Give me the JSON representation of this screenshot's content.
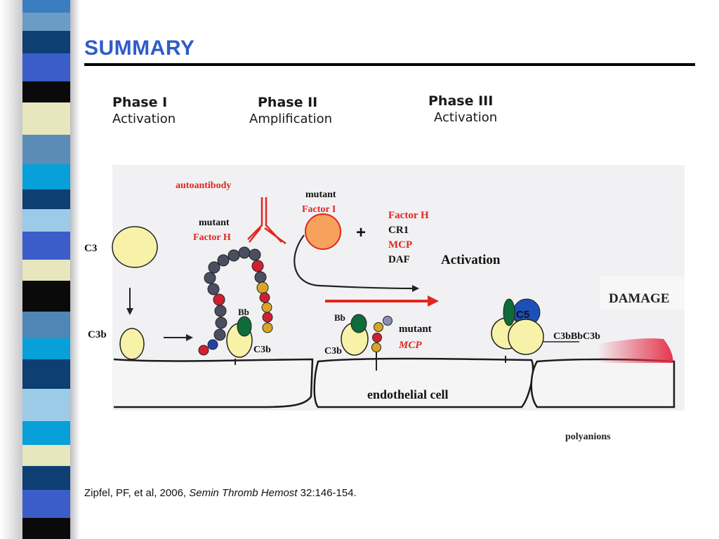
{
  "slide": {
    "title": "SUMMARY"
  },
  "figure": {
    "phases": [
      {
        "title": "Phase I",
        "subtitle": "Activation"
      },
      {
        "title": "Phase II",
        "subtitle": "Amplification"
      },
      {
        "title": "Phase III",
        "subtitle": "Activation"
      }
    ],
    "labels": {
      "autoantibody": "autoantibody",
      "mutant_1": "mutant",
      "factor_i": "Factor I",
      "mutant_2": "mutant",
      "factor_h_left": "Factor H",
      "plus": "+",
      "factor_h_right": "Factor H",
      "cr1": "CR1",
      "mcp": "MCP",
      "daf": "DAF",
      "activation": "Activation",
      "c3": "C3",
      "c3b_left": "C3b",
      "bb_1": "Bb",
      "c3b_1": "C3b",
      "bb_2": "Bb",
      "c3b_2": "C3b",
      "mutant_3": "mutant",
      "mcp_2": "MCP",
      "c5": "C5",
      "damage": "DAMAGE",
      "c3bbbc3b": "C3bBbC3b",
      "endothelial_cell": "endothelial cell",
      "polyanions": "polyanions"
    },
    "colors": {
      "red_label": "#e0261f",
      "c3_fill": "#f7f2a8",
      "bb_fill": "#0e6b3a",
      "c5_fill": "#1c4fb8",
      "factor_i_fill": "#f6a15c",
      "chain_grey": "#4b4d60",
      "chain_red": "#cf2030",
      "chain_gold": "#d9a428",
      "damage_red": "#e42d46"
    }
  },
  "citation": {
    "authors": "Zipfel, PF, et al, 2006, ",
    "journal": "Semin Thromb Hemost",
    "ref": " 32:146-154."
  }
}
